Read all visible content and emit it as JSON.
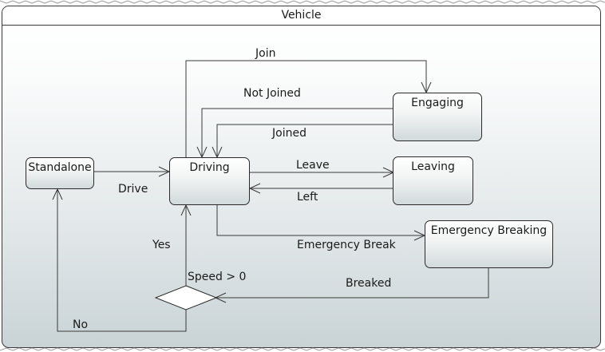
{
  "frame": {
    "title": "Vehicle"
  },
  "states": {
    "standalone": "Standalone",
    "driving": "Driving",
    "engaging": "Engaging",
    "leaving": "Leaving",
    "emergency_breaking": "Emergency Breaking"
  },
  "transitions": {
    "join": "Join",
    "not_joined": "Not Joined",
    "joined": "Joined",
    "drive": "Drive",
    "leave": "Leave",
    "left": "Left",
    "emergency_break": "Emergency Break",
    "breaked": "Breaked",
    "yes": "Yes",
    "no": "No"
  },
  "decision": {
    "guard": "Speed > 0"
  },
  "colors": {
    "line": "#3a3a3a",
    "text": "#1a1a1a"
  }
}
